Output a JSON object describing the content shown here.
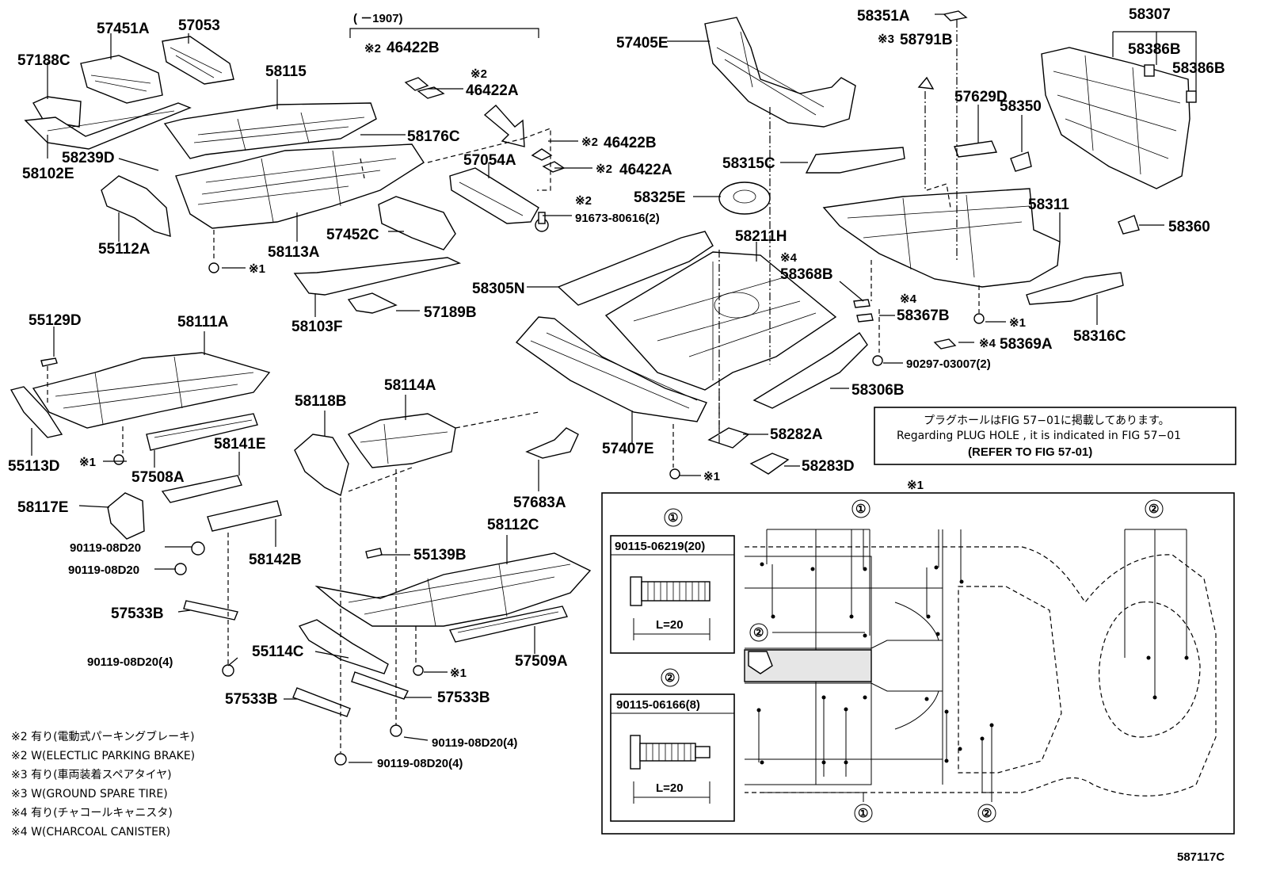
{
  "parts": {
    "p57451A": "57451A",
    "p57053": "57053",
    "p57188C": "57188C",
    "p58115": "58115",
    "p58102E": "58102E",
    "p58239D": "58239D",
    "p55112A": "55112A",
    "p58176C": "58176C",
    "p58113A": "58113A",
    "p57452C": "57452C",
    "p58103F": "58103F",
    "p57189B": "57189B",
    "p57054A": "57054A",
    "p46422B_top": "46422B",
    "p46422A_top": "46422A",
    "p46422B_mid": "46422B",
    "p46422A_mid": "46422A",
    "p91673": "91673-80616(2)",
    "p57405E": "57405E",
    "p58315C": "58315C",
    "p58325E": "58325E",
    "p58211H": "58211H",
    "p58305N": "58305N",
    "p58368B": "58368B",
    "p58367B": "58367B",
    "p58369A": "58369A",
    "p90297": "90297-03007(2)",
    "p58306B": "58306B",
    "p57407E": "57407E",
    "p58282A": "58282A",
    "p58283D": "58283D",
    "p58351A": "58351A",
    "p58791B": "58791B",
    "p57629D": "57629D",
    "p58350": "58350",
    "p58307": "58307",
    "p58386B_a": "58386B",
    "p58386B_b": "58386B",
    "p58311": "58311",
    "p58360": "58360",
    "p58316C": "58316C",
    "p55129D": "55129D",
    "p58111A": "58111A",
    "p55113D": "55113D",
    "p57508A": "57508A",
    "p58141E": "58141E",
    "p58118B": "58118B",
    "p58114A": "58114A",
    "p58117E": "58117E",
    "p90119_a": "90119-08D20",
    "p90119_b": "90119-08D20",
    "p58142B": "58142B",
    "p57683A": "57683A",
    "p58112C": "58112C",
    "p55139B": "55139B",
    "p57533B_a": "57533B",
    "p55114C": "55114C",
    "p57509A": "57509A",
    "p90119_c": "90119-08D20(4)",
    "p57533B_b": "57533B",
    "p57533B_c": "57533B",
    "p90119_d": "90119-08D20(4)",
    "p90119_e": "90119-08D20(4)"
  },
  "marks": {
    "m1": "※1",
    "m2": "※2",
    "m3": "※3",
    "m4": "※4"
  },
  "header": {
    "date_range": "(     －1907)"
  },
  "info_box": {
    "line_jp": "プラグホールはFIG 57−01に掲載してあります。",
    "line_en": "Regarding PLUG HOLE , it is indicated in FIG 57−01",
    "line_ref": "(REFER TO FIG 57-01)"
  },
  "detail": {
    "title_mark": "※1",
    "circle1": "①",
    "circle2": "②",
    "bolt1_part": "90115-06219(20)",
    "bolt1_len": "L=20",
    "bolt2_part": "90115-06166(8)",
    "bolt2_len": "L=20"
  },
  "legend": [
    "※2 有り(電動式パーキングブレーキ)",
    "※2 W(ELECTLIC PARKING BRAKE)",
    "※3 有り(車両装着スペアタイヤ)",
    "※3 W(GROUND SPARE TIRE)",
    "※4 有り(チャコールキャニスタ)",
    "※4 W(CHARCOAL CANISTER)"
  ],
  "figure_id": "587117C"
}
